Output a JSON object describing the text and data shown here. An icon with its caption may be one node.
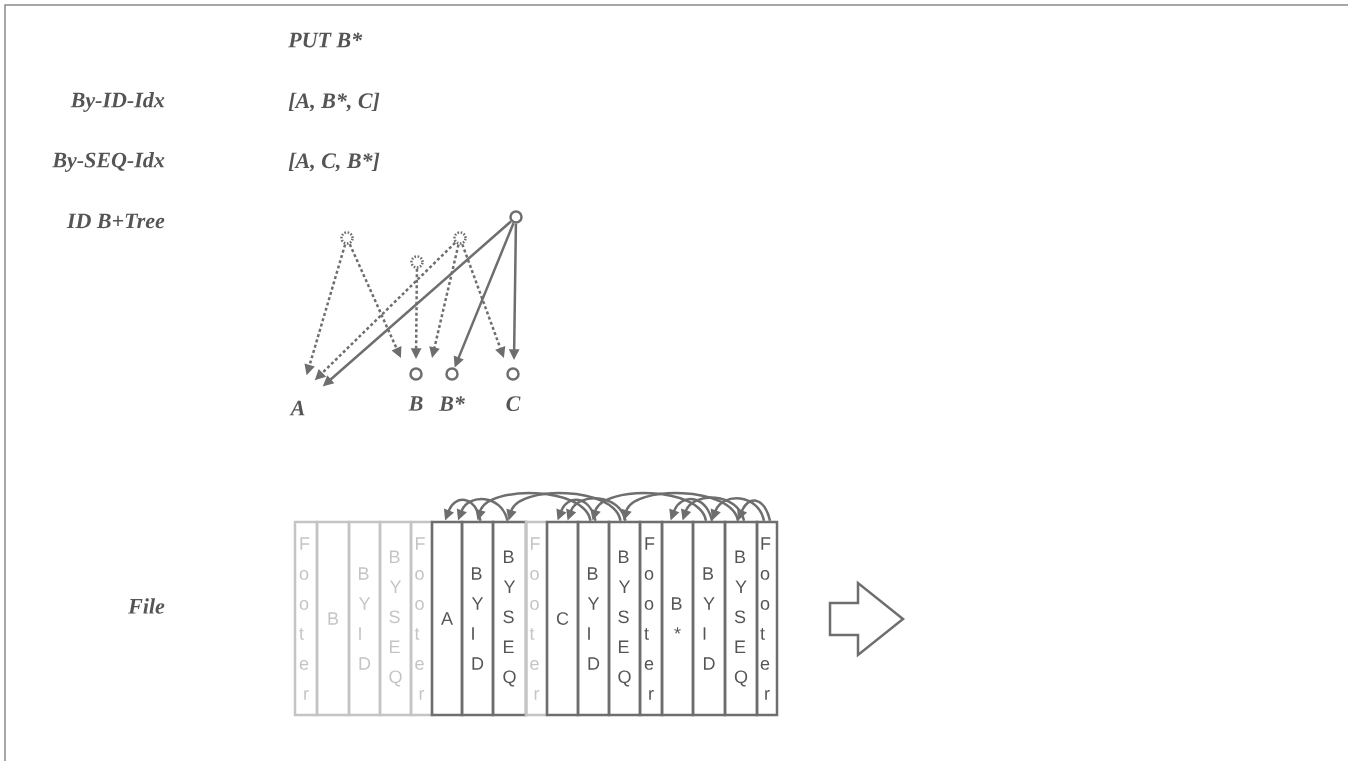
{
  "diagram": {
    "nodes": [
      {
        "text": [],
        "shape": "circle"
      },
      {
        "text": [],
        "shape": "circle"
      },
      {
        "text": [],
        "shape": "circle"
      },
      {
        "text": [],
        "shape": "circle"
      },
      {
        "text": [
          "A"
        ]
      },
      {
        "text": [],
        "shape": "circle",
        "beside": [
          "B"
        ]
      },
      {
        "text": [],
        "shape": "circle",
        "beside": [
          "B*"
        ]
      },
      {
        "text": [],
        "shape": "circle",
        "beside": [
          "C"
        ]
      },
      {
        "text": [
          "Footer"
        ]
      },
      {
        "text": [
          "B"
        ]
      },
      {
        "text": [
          "BY ID"
        ]
      },
      {
        "text": [
          "BY SEQ"
        ]
      },
      {
        "text": [
          "Footer"
        ]
      },
      {
        "text": [
          "A"
        ]
      },
      {
        "text": [
          "BY ID"
        ]
      },
      {
        "text": [
          "BY SEQ"
        ]
      },
      {
        "text": [
          "Footer"
        ]
      },
      {
        "text": [
          "C"
        ]
      },
      {
        "text": [
          "BY ID"
        ]
      },
      {
        "text": [
          "BY SEQ"
        ]
      },
      {
        "text": [
          "Footer"
        ]
      },
      {
        "text": [
          "B*"
        ]
      },
      {
        "text": [
          "BY ID"
        ]
      },
      {
        "text": [
          "BY SEQ"
        ]
      },
      {
        "text": [
          "Footer"
        ]
      }
    ],
    "edges": [
      {
        "from": 0,
        "to": 4,
        "arrow": "to",
        "style": "dashed"
      },
      {
        "from": 0,
        "to": 5,
        "arrow": "to",
        "style": "dashed"
      },
      {
        "from": 1,
        "to": 5,
        "arrow": "to",
        "style": "dashed"
      },
      {
        "from": 2,
        "to": 4,
        "arrow": "to",
        "style": "dashed"
      },
      {
        "from": 2,
        "to": 5,
        "arrow": "to",
        "style": "dashed"
      },
      {
        "from": 2,
        "to": 7,
        "arrow": "to",
        "style": "dashed"
      },
      {
        "from": 3,
        "to": 4,
        "arrow": "to"
      },
      {
        "from": 3,
        "to": 6,
        "arrow": "to"
      },
      {
        "from": 3,
        "to": 7,
        "arrow": "to"
      },
      {
        "from": 14,
        "to": 13,
        "arrow": "to"
      },
      {
        "from": 15,
        "to": 13,
        "arrow": "to"
      },
      {
        "from": 18,
        "to": 14,
        "arrow": "to"
      },
      {
        "from": 19,
        "to": 15,
        "arrow": "to"
      },
      {
        "from": 18,
        "to": 17,
        "arrow": "to"
      },
      {
        "from": 19,
        "to": 17,
        "arrow": "to"
      },
      {
        "from": 22,
        "to": 18,
        "arrow": "to"
      },
      {
        "from": 23,
        "to": 19,
        "arrow": "to"
      },
      {
        "from": 22,
        "to": 21,
        "arrow": "to"
      },
      {
        "from": 23,
        "to": 21,
        "arrow": "to"
      },
      {
        "from": 24,
        "to": 22,
        "arrow": "to"
      },
      {
        "from": 24,
        "to": 23,
        "arrow": "to"
      }
    ],
    "labels": [
      "PUT B*",
      "By-ID-Idx",
      "[A, B*, C]",
      "By-SEQ-Idx",
      "[A, C, B*]",
      "ID B+Tree",
      "File"
    ]
  }
}
